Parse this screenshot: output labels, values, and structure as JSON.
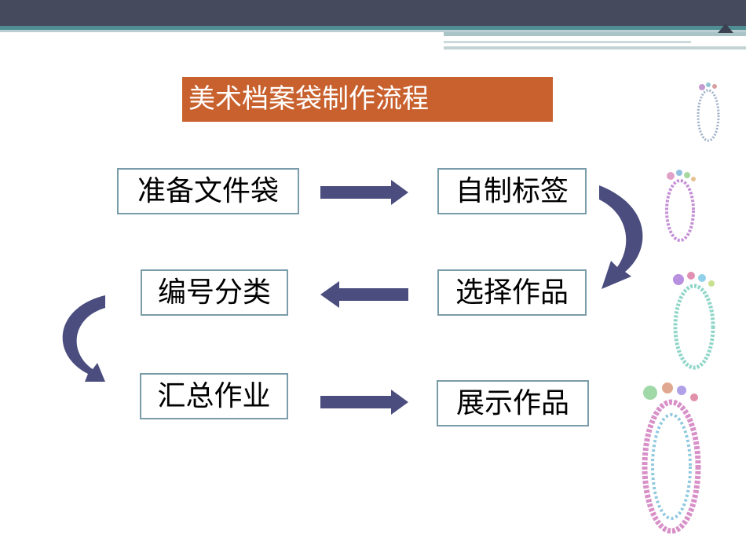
{
  "title": "美术档案袋制作流程",
  "steps": [
    {
      "id": "s1",
      "label": "准备文件袋"
    },
    {
      "id": "s2",
      "label": "自制标签"
    },
    {
      "id": "s3",
      "label": "选择作品"
    },
    {
      "id": "s4",
      "label": "编号分类"
    },
    {
      "id": "s5",
      "label": "汇总作业"
    },
    {
      "id": "s6",
      "label": "展示作品"
    }
  ],
  "flow": [
    [
      "s1",
      "s2"
    ],
    [
      "s2",
      "s3"
    ],
    [
      "s3",
      "s4"
    ],
    [
      "s4",
      "s5"
    ],
    [
      "s5",
      "s6"
    ]
  ],
  "colors": {
    "title_bg": "#c8612e",
    "arrow": "#4a4d7e",
    "box_border": "#7a9ca9",
    "topbar": "#454a5c"
  },
  "decoration": "footprint-icons"
}
